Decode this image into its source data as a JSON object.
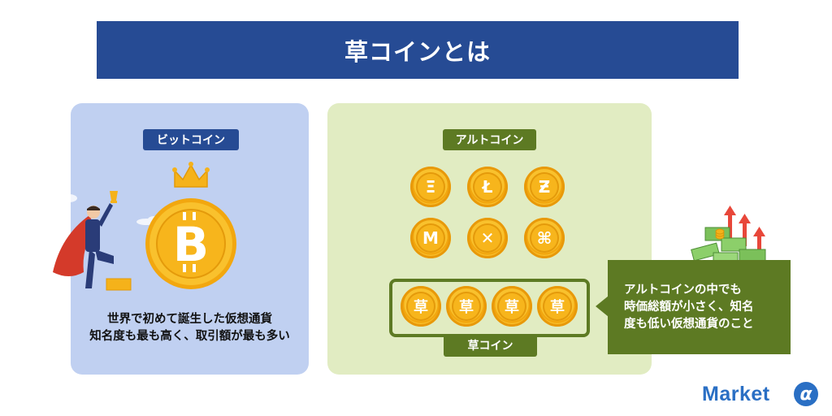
{
  "title": "草コインとは",
  "left_panel": {
    "label": "ビットコイン",
    "caption_line1": "世界で初めて誕生した仮想通貨",
    "caption_line2": "知名度も最も高く、取引額が最も多い",
    "coin_symbol": "B"
  },
  "right_panel": {
    "label": "アルトコイン",
    "altcoin_symbols": [
      "Ξ",
      "Ł",
      "Ƶ",
      "M",
      "✕",
      "⌘"
    ],
    "kusa_coins": [
      "草",
      "草",
      "草",
      "草"
    ],
    "kusa_label": "草コイン"
  },
  "callout": {
    "line1": "アルトコインの中でも",
    "line2": "時価総額が小さく、知名",
    "line3": "度も低い仮想通貨のこと"
  },
  "logo": {
    "text": "Market",
    "badge": "α"
  },
  "colors": {
    "navy": "#264b94",
    "green": "#5d7a23",
    "left_bg": "#c0d0f1",
    "right_bg": "#e1ecc2",
    "coin": "#f9c12d",
    "brand": "#2a6fc4"
  }
}
